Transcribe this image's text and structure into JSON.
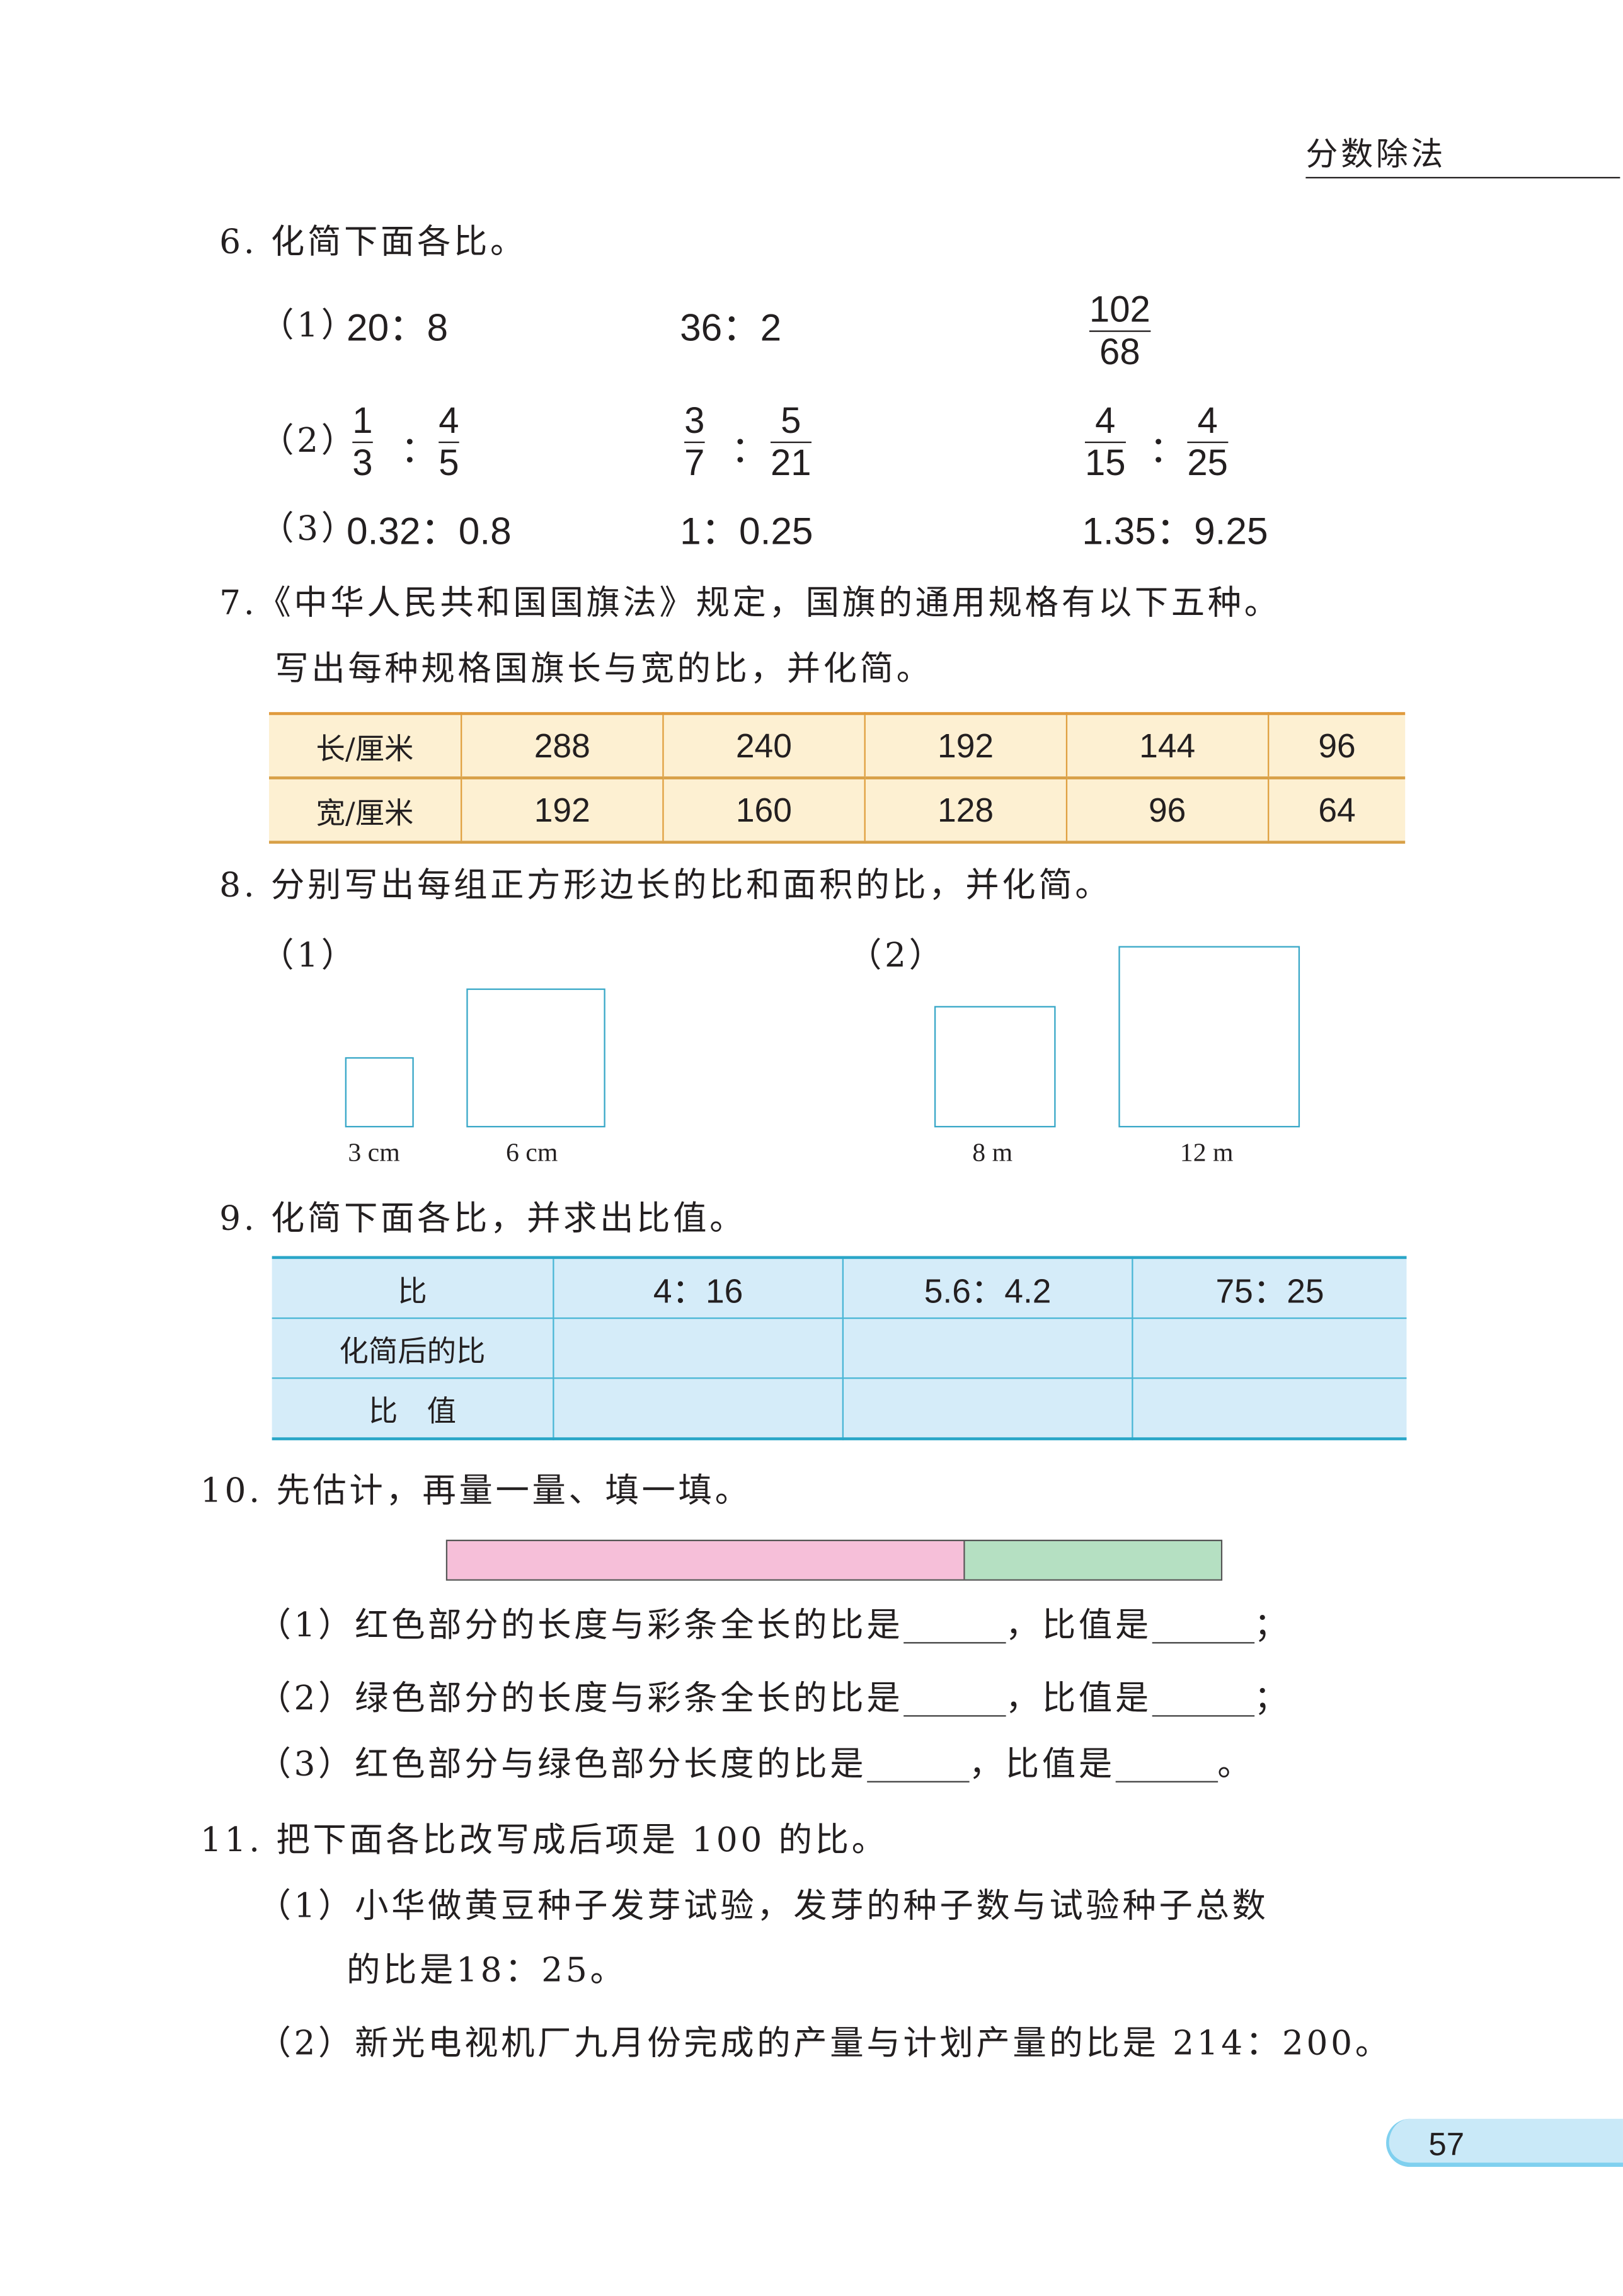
{
  "header": {
    "section": "分数除法"
  },
  "q6": {
    "title": "6. 化简下面各比。",
    "row1": {
      "label": "（1）",
      "a": "20：8",
      "b": "36：2",
      "c_num": "102",
      "c_den": "68"
    },
    "row2": {
      "label": "（2）",
      "f1n": "1",
      "f1d": "3",
      "f2n": "4",
      "f2d": "5",
      "f3n": "3",
      "f3d": "7",
      "f4n": "5",
      "f4d": "21",
      "f5n": "4",
      "f5d": "15",
      "f6n": "4",
      "f6d": "25",
      "colon": "："
    },
    "row3": {
      "label": "（3）",
      "a": "0.32：0.8",
      "b": "1：0.25",
      "c": "1.35：9.25"
    }
  },
  "q7": {
    "line1": "7.《中华人民共和国国旗法》规定，国旗的通用规格有以下五种。",
    "line2": "写出每种规格国旗长与宽的比，并化简。",
    "table": {
      "rows": [
        [
          "长/厘米",
          "288",
          "240",
          "192",
          "144",
          "96"
        ],
        [
          "宽/厘米",
          "192",
          "160",
          "128",
          "96",
          "64"
        ]
      ]
    }
  },
  "q8": {
    "title": "8. 分别写出每组正方形边长的比和面积的比，并化简。",
    "g1": "（1）",
    "g2": "（2）",
    "labels": [
      "3 cm",
      "6 cm",
      "8 m",
      "12 m"
    ]
  },
  "q9": {
    "title": "9. 化简下面各比，并求出比值。",
    "table": {
      "rows": [
        [
          "比",
          "4：16",
          "5.6：4.2",
          "75：25"
        ],
        [
          "化简后的比",
          "",
          "",
          ""
        ],
        [
          "比　值",
          "",
          "",
          ""
        ]
      ]
    }
  },
  "q10": {
    "title": "10. 先估计，再量一量、填一填。",
    "colors": {
      "red": "#f6bfd9",
      "green": "#b5e0c2"
    },
    "red_fraction": 0.667,
    "items": [
      {
        "text": "（1）红色部分的长度与彩条全长的比是",
        "mid": "，比值是",
        "end": "；"
      },
      {
        "text": "（2）绿色部分的长度与彩条全长的比是",
        "mid": "，比值是",
        "end": "；"
      },
      {
        "text": "（3）红色部分与绿色部分长度的比是",
        "mid": "，比值是",
        "end": "。"
      }
    ]
  },
  "q11": {
    "title": "11. 把下面各比改写成后项是 100 的比。",
    "i1a": "（1）小华做黄豆种子发芽试验，发芽的种子数与试验种子总数",
    "i1b": "的比是18：25。",
    "i2": "（2）新光电视机厂九月份完成的产量与计划产量的比是 214：200。"
  },
  "page_number": "57"
}
